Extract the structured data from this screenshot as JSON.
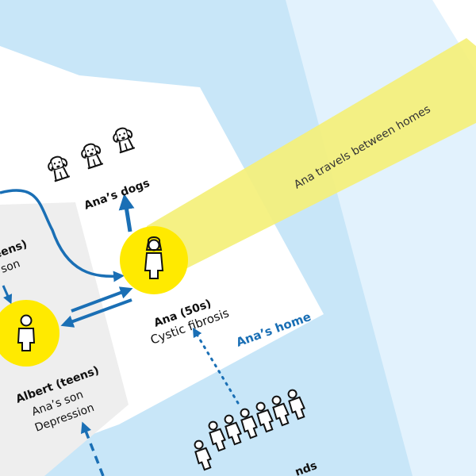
{
  "labels": {
    "dogs": "Ana’s dogs",
    "ana_name": "Ana (50s)",
    "ana_condition": "Cystic fibrosis",
    "home": "Ana’s home",
    "albert_name": "Albert (teens)",
    "albert_relation": "Ana’s son",
    "albert_condition": "Depression",
    "left_partial_name": "eens)",
    "left_partial_relation": "son",
    "travel": "Ana travels between homes",
    "friends_partial": "nds"
  },
  "colors": {
    "background": "#c8e6f8",
    "pale_stripe": "#e2f2fd",
    "home_white": "#ffffff",
    "side_grey": "#eeeeee",
    "accent_yellow": "#ffea00",
    "travel_band": "#f4f07a",
    "arrow_blue": "#1a6fb5",
    "icon_black": "#111111"
  },
  "icons": [
    "dog-icon",
    "person-icon",
    "friends-group-icon"
  ]
}
